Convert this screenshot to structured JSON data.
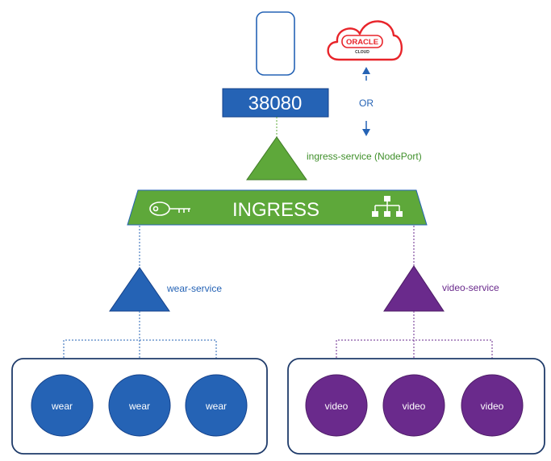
{
  "port": {
    "label": "38080"
  },
  "cloud": {
    "brand": "ORACLE",
    "sub": "CLOUD",
    "color": "#e8242a"
  },
  "or_label": "OR",
  "ingress": {
    "label": "INGRESS",
    "service": "ingress-service (NodePort)",
    "color": "#5ea83a"
  },
  "services": [
    {
      "name": "wear-service",
      "color": "#2563b5",
      "pods": [
        "wear",
        "wear",
        "wear"
      ]
    },
    {
      "name": "video-service",
      "color": "#6a2a8c",
      "pods": [
        "video",
        "video",
        "video"
      ]
    }
  ],
  "icons": [
    "phone-icon",
    "cloud-icon",
    "arrow-up-icon",
    "arrow-down-icon",
    "key-icon",
    "network-hierarchy-icon"
  ]
}
